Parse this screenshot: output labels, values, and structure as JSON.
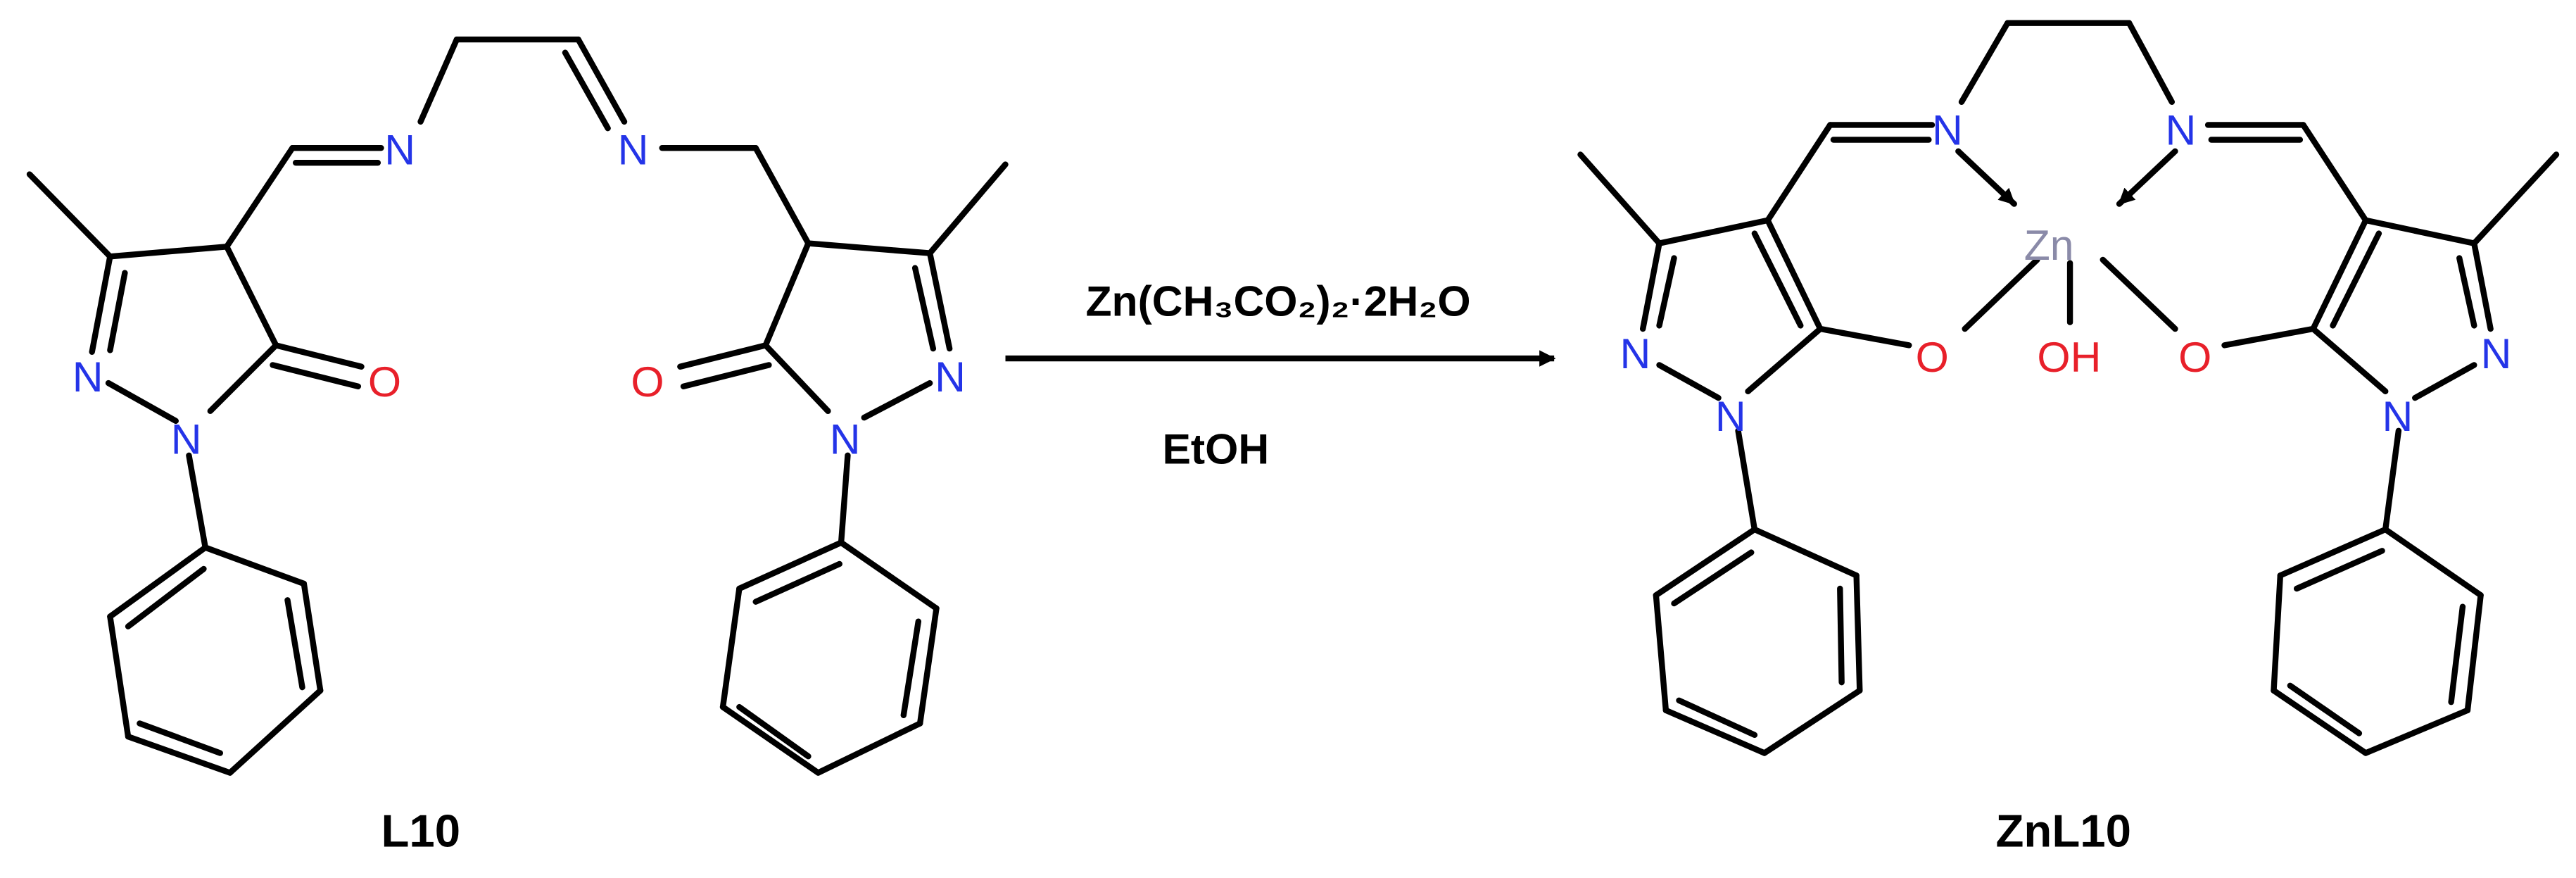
{
  "atoms": {
    "N": "N",
    "O": "O",
    "Zn": "Zn",
    "OH": "OH"
  },
  "colors": {
    "nitrogen": "#2434e8",
    "oxygen": "#e8202a",
    "zinc": "#8a8aa8",
    "bond": "#000000"
  },
  "reaction": {
    "reagent": "Zn(CH₃CO₂)₂·2H₂O",
    "solvent": "EtOH"
  },
  "labels": {
    "reactant": "L10",
    "product": "ZnL10"
  }
}
